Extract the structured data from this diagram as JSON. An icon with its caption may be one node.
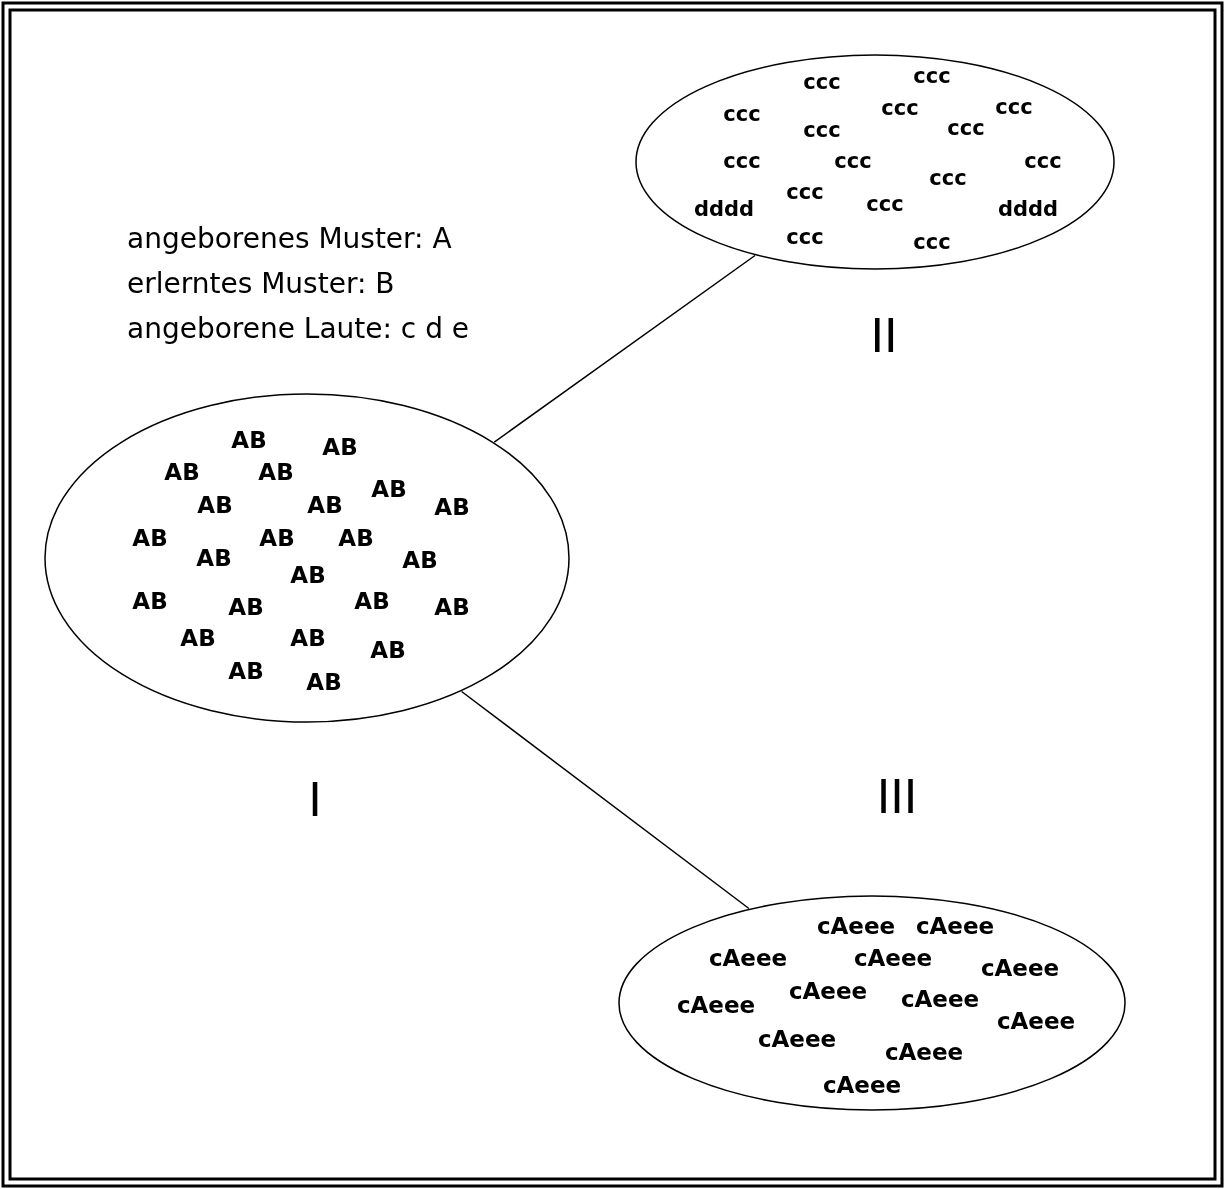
{
  "diagram": {
    "nodes": [
      {
        "text": [
          "AB",
          "AB",
          "AB",
          "AB",
          "AB",
          "AB",
          "AB",
          "AB",
          "AB",
          "AB",
          "AB",
          "AB",
          "AB",
          "AB",
          "AB",
          "AB",
          "AB",
          "AB",
          "AB",
          "AB",
          "AB",
          "AB",
          "AB"
        ],
        "beside": [
          "I"
        ]
      },
      {
        "text": [
          "ccc",
          "ccc",
          "ccc",
          "ccc",
          "ccc",
          "ccc",
          "ccc",
          "ccc",
          "ccc",
          "ccc",
          "ccc",
          "ccc",
          "ccc",
          "ccc",
          "ccc",
          "dddd",
          "dddd"
        ],
        "beside": [
          "II"
        ]
      },
      {
        "text": [
          "cAeee",
          "cAeee",
          "cAeee",
          "cAeee",
          "cAeee",
          "cAeee",
          "cAeee",
          "cAeee",
          "cAeee",
          "cAeee",
          "cAeee",
          "cAeee"
        ],
        "beside": [
          "III"
        ]
      }
    ],
    "edges": [
      {
        "from": 0,
        "to": 1,
        "arrow": "none"
      },
      {
        "from": 0,
        "to": 2,
        "arrow": "none"
      }
    ],
    "labels": [
      "angeborenes Muster: A",
      "erlerntes Muster: B",
      "angeborene Laute: c d e"
    ]
  }
}
